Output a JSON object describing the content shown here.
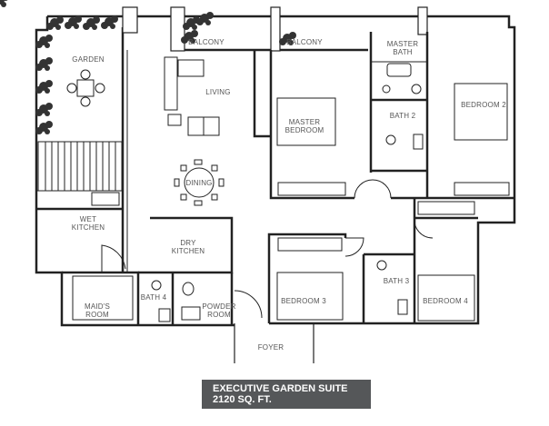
{
  "plan": {
    "rooms": {
      "garden": "GARDEN",
      "balcony_1": "BALCONY",
      "balcony_2": "BALCONY",
      "master_bath": [
        "MASTER",
        "BATH"
      ],
      "living": "LIVING",
      "master_bedroom": [
        "MASTER",
        "BEDROOM"
      ],
      "bath_2": "BATH 2",
      "bedroom_2": "BEDROOM 2",
      "dining": "DINING",
      "wet_kitchen": [
        "WET",
        "KITCHEN"
      ],
      "dry_kitchen": [
        "DRY",
        "KITCHEN"
      ],
      "maids_room": [
        "MAID'S",
        "ROOM"
      ],
      "bath_4": "BATH 4",
      "powder_room": [
        "POWDER",
        "ROOM"
      ],
      "bedroom_3": "BEDROOM 3",
      "bath_3": "BATH 3",
      "bedroom_4": "BEDROOM 4",
      "foyer": "FOYER"
    },
    "caption": {
      "title": "EXECUTIVE GARDEN SUITE",
      "area": "2120 SQ. FT."
    },
    "colors": {
      "wall": "#222222",
      "caption_bg": "#555759",
      "label": "#555555"
    }
  }
}
